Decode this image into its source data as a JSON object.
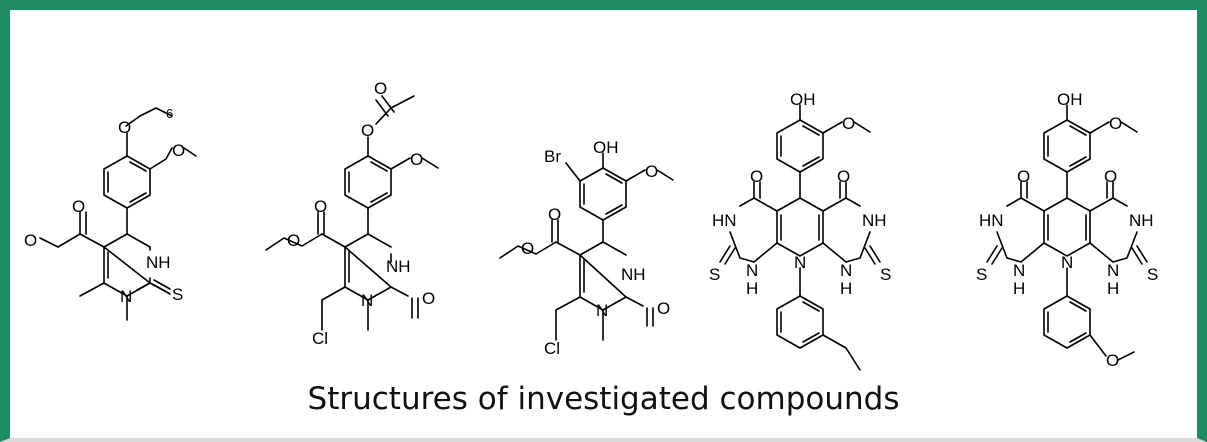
{
  "caption": "Structures of investigated compounds",
  "colors": {
    "frame": "#1e8b62",
    "bottom_border": "#d9d9d9",
    "bonds": "#000000"
  },
  "compounds": [
    {
      "labels": {
        "o_top": "O",
        "chain_n": "6",
        "o_ome": "O",
        "o_carbonyl": "O",
        "o_ester": "O",
        "nh": "NH",
        "n": "N",
        "s": "S"
      }
    },
    {
      "labels": {
        "o_carbonyl_top": "O",
        "o_acetoxy": "O",
        "o_ome": "O",
        "o_carbonyl": "O",
        "o_ester": "O",
        "nh": "NH",
        "n": "N",
        "o_urea": "O",
        "cl": "Cl"
      }
    },
    {
      "labels": {
        "oh": "OH",
        "br": "Br",
        "o_ome": "O",
        "o_carbonyl": "O",
        "o_ester": "O",
        "nh": "NH",
        "n": "N",
        "o_urea": "O",
        "cl": "Cl"
      }
    },
    {
      "labels": {
        "oh": "OH",
        "o_ome": "O",
        "o_left": "O",
        "o_right": "O",
        "hn": "HN",
        "nh": "NH",
        "n": "N",
        "s_left": "S",
        "s_right": "S",
        "h_left": "H",
        "h_right": "H",
        "n_left": "N",
        "n_right": "N"
      }
    },
    {
      "labels": {
        "oh": "OH",
        "o_ome": "O",
        "o_left": "O",
        "o_right": "O",
        "hn": "HN",
        "nh": "NH",
        "n": "N",
        "s_left": "S",
        "s_right": "S",
        "h_left": "H",
        "h_right": "H",
        "n_left": "N",
        "n_right": "N",
        "o_ome_bottom": "O"
      }
    }
  ]
}
